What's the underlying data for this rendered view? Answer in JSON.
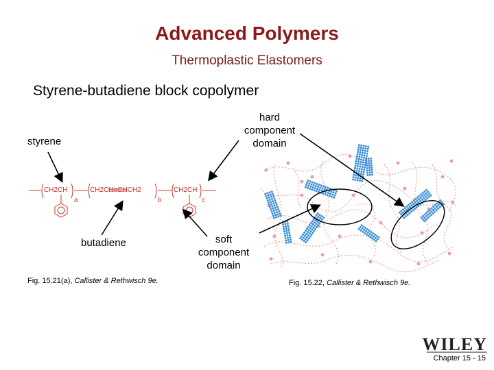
{
  "slide": {
    "title": "Advanced Polymers",
    "subtitle": "Thermoplastic Elastomers",
    "heading": "Styrene-butadiene block copolymer"
  },
  "labels": {
    "styrene": "styrene",
    "butadiene": "butadiene",
    "hard_line1": "hard",
    "hard_line2": "component",
    "hard_line3": "domain",
    "soft_line1": "soft",
    "soft_line2": "component",
    "soft_line3": "domain"
  },
  "formula": {
    "unit_a": "CH2CH",
    "unit_b": "CH2CH=CHCH2",
    "unit_c": "CH2CH",
    "sub_a": "a",
    "sub_b": "b",
    "sub_c": "c"
  },
  "captions": {
    "left_fig": "Fig. 15.21(a), ",
    "left_ref": "Callister & Rethwisch 9e.",
    "right_fig": "Fig. 15.22, ",
    "right_ref": "Callister & Rethwisch 9e."
  },
  "footer": {
    "logo": "WILEY",
    "page": "Chapter 15 -  15"
  },
  "colors": {
    "title": "#8b1a1a",
    "chain": "#e8a29a",
    "hard_domain": "#3a8fd6",
    "chem": "#c0392b"
  }
}
